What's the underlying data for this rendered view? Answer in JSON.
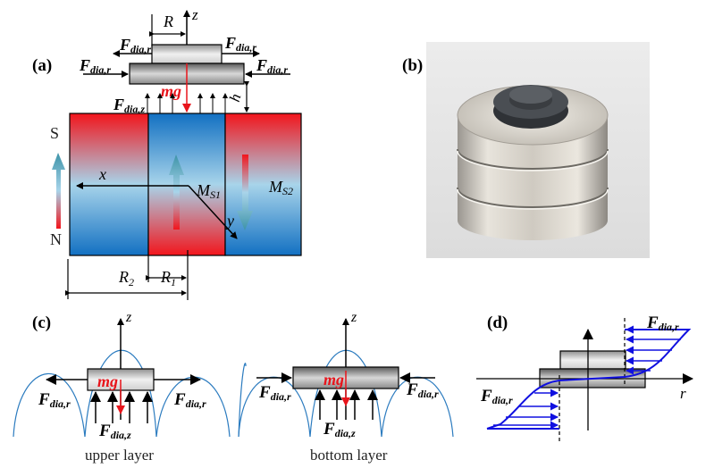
{
  "panels": {
    "a": {
      "label": "(a)",
      "axis_z": "z",
      "axis_x": "x",
      "axis_y": "y",
      "dim_R": "R",
      "dim_h": "h",
      "dim_R1": "R",
      "dim_R1_sub": "1",
      "dim_R2": "R",
      "dim_R2_sub": "2",
      "mg": "mg",
      "force_F": "F",
      "sub_dia_r": "dia,r",
      "sub_dia_z": "dia,z",
      "pole_S": "S",
      "pole_N": "N",
      "ms1": "M",
      "ms1_sub": "S1",
      "ms2": "M",
      "ms2_sub": "S2"
    },
    "b": {
      "label": "(b)",
      "photo_description": "stacked ring magnets with levitated graphite discs"
    },
    "c": {
      "label": "(c)",
      "axis_z": "z",
      "mg": "mg",
      "force_F": "F",
      "sub_dia_r": "dia,r",
      "sub_dia_z": "dia,z",
      "caption_upper": "upper layer",
      "caption_bottom": "bottom layer"
    },
    "d": {
      "label": "(d)",
      "axis_r": "r",
      "force_F": "F",
      "sub_dia_r": "dia,r"
    }
  },
  "colors": {
    "magnet_red": "#f2151c",
    "magnet_blue": "#1270c2",
    "field_line": "#2b7bbf",
    "force_blue": "#1010e0",
    "mg_red": "#e8141b"
  }
}
